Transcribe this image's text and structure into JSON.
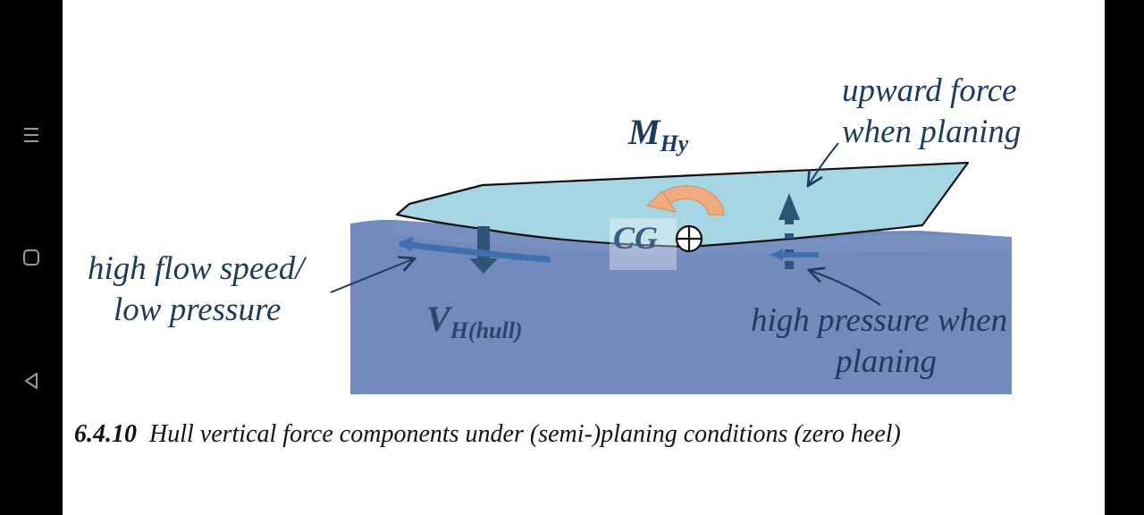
{
  "figure": {
    "labels": {
      "moment": "M",
      "moment_sub": "Hy",
      "cg": "CG",
      "upward_line1": "upward force",
      "upward_line2": "when planing",
      "flow_line1": "high flow speed/",
      "flow_line2": "low pressure",
      "velocity": "V",
      "velocity_sub": "H(hull)",
      "pressure_line1": "high pressure when",
      "pressure_line2": "planing"
    },
    "caption": {
      "number": "6.4.10",
      "text": "Hull vertical force components under (semi-)planing conditions (zero heel)"
    }
  },
  "colors": {
    "water": "#6b84b8",
    "hull": "#a6d6e4",
    "arrow": "#2e5477",
    "flow_arrow": "#3f6fae",
    "moment_arrow": "#f2ab7e",
    "label_text": "#1e3a5c"
  },
  "icons": [
    "menu-icon",
    "home-square-icon",
    "back-triangle-icon"
  ]
}
